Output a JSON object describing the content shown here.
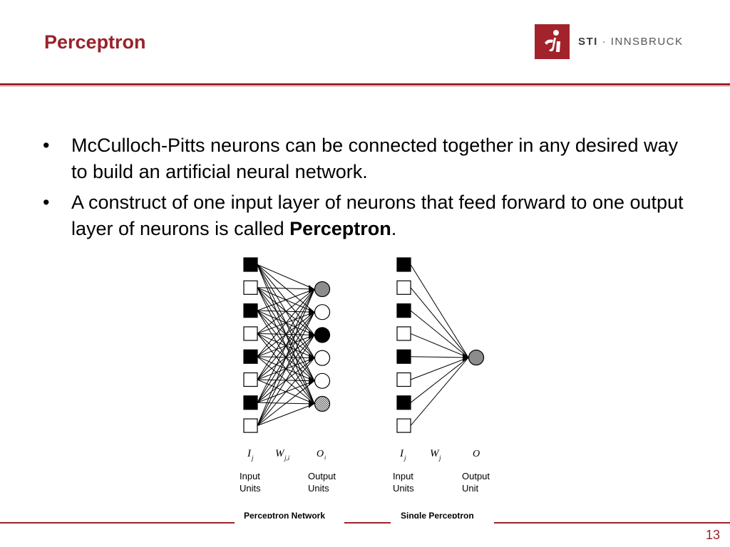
{
  "slide": {
    "title": "Perceptron",
    "page_number": "13",
    "accent_color": "#98232b"
  },
  "logo": {
    "brand": "STI",
    "separator": " · ",
    "location": "INNSBRUCK"
  },
  "bullets": [
    {
      "text": "McCulloch-Pitts neurons can be connected together in any desired way to build an artificial neural network."
    },
    {
      "text_before": "A construct of one input layer of neurons that feed forward to one output layer of neurons is called ",
      "bold": "Perceptron",
      "text_after": "."
    }
  ],
  "diagram": {
    "network": {
      "input_units": [
        "filled",
        "empty",
        "filled",
        "empty",
        "filled",
        "empty",
        "filled",
        "empty"
      ],
      "output_units": [
        "gray",
        "white",
        "black",
        "white",
        "white",
        "hatched"
      ],
      "labels": {
        "input_symbol": "I",
        "input_sub": "j",
        "weight_symbol": "W",
        "weight_sub": "j,i",
        "output_symbol": "O",
        "output_sub": "i"
      },
      "input_caption": [
        "Input",
        "Units"
      ],
      "output_caption": [
        "Output",
        "Units"
      ],
      "caption": "Perceptron Network"
    },
    "single": {
      "input_units": [
        "filled",
        "empty",
        "filled",
        "empty",
        "filled",
        "empty",
        "filled",
        "empty"
      ],
      "output_units": [
        "gray"
      ],
      "labels": {
        "input_symbol": "I",
        "input_sub": "j",
        "weight_symbol": "W",
        "weight_sub": "j",
        "output_symbol": "O"
      },
      "input_caption": [
        "Input",
        "Units"
      ],
      "output_caption": [
        "Output",
        "Unit"
      ],
      "caption": "Single Perceptron"
    }
  }
}
